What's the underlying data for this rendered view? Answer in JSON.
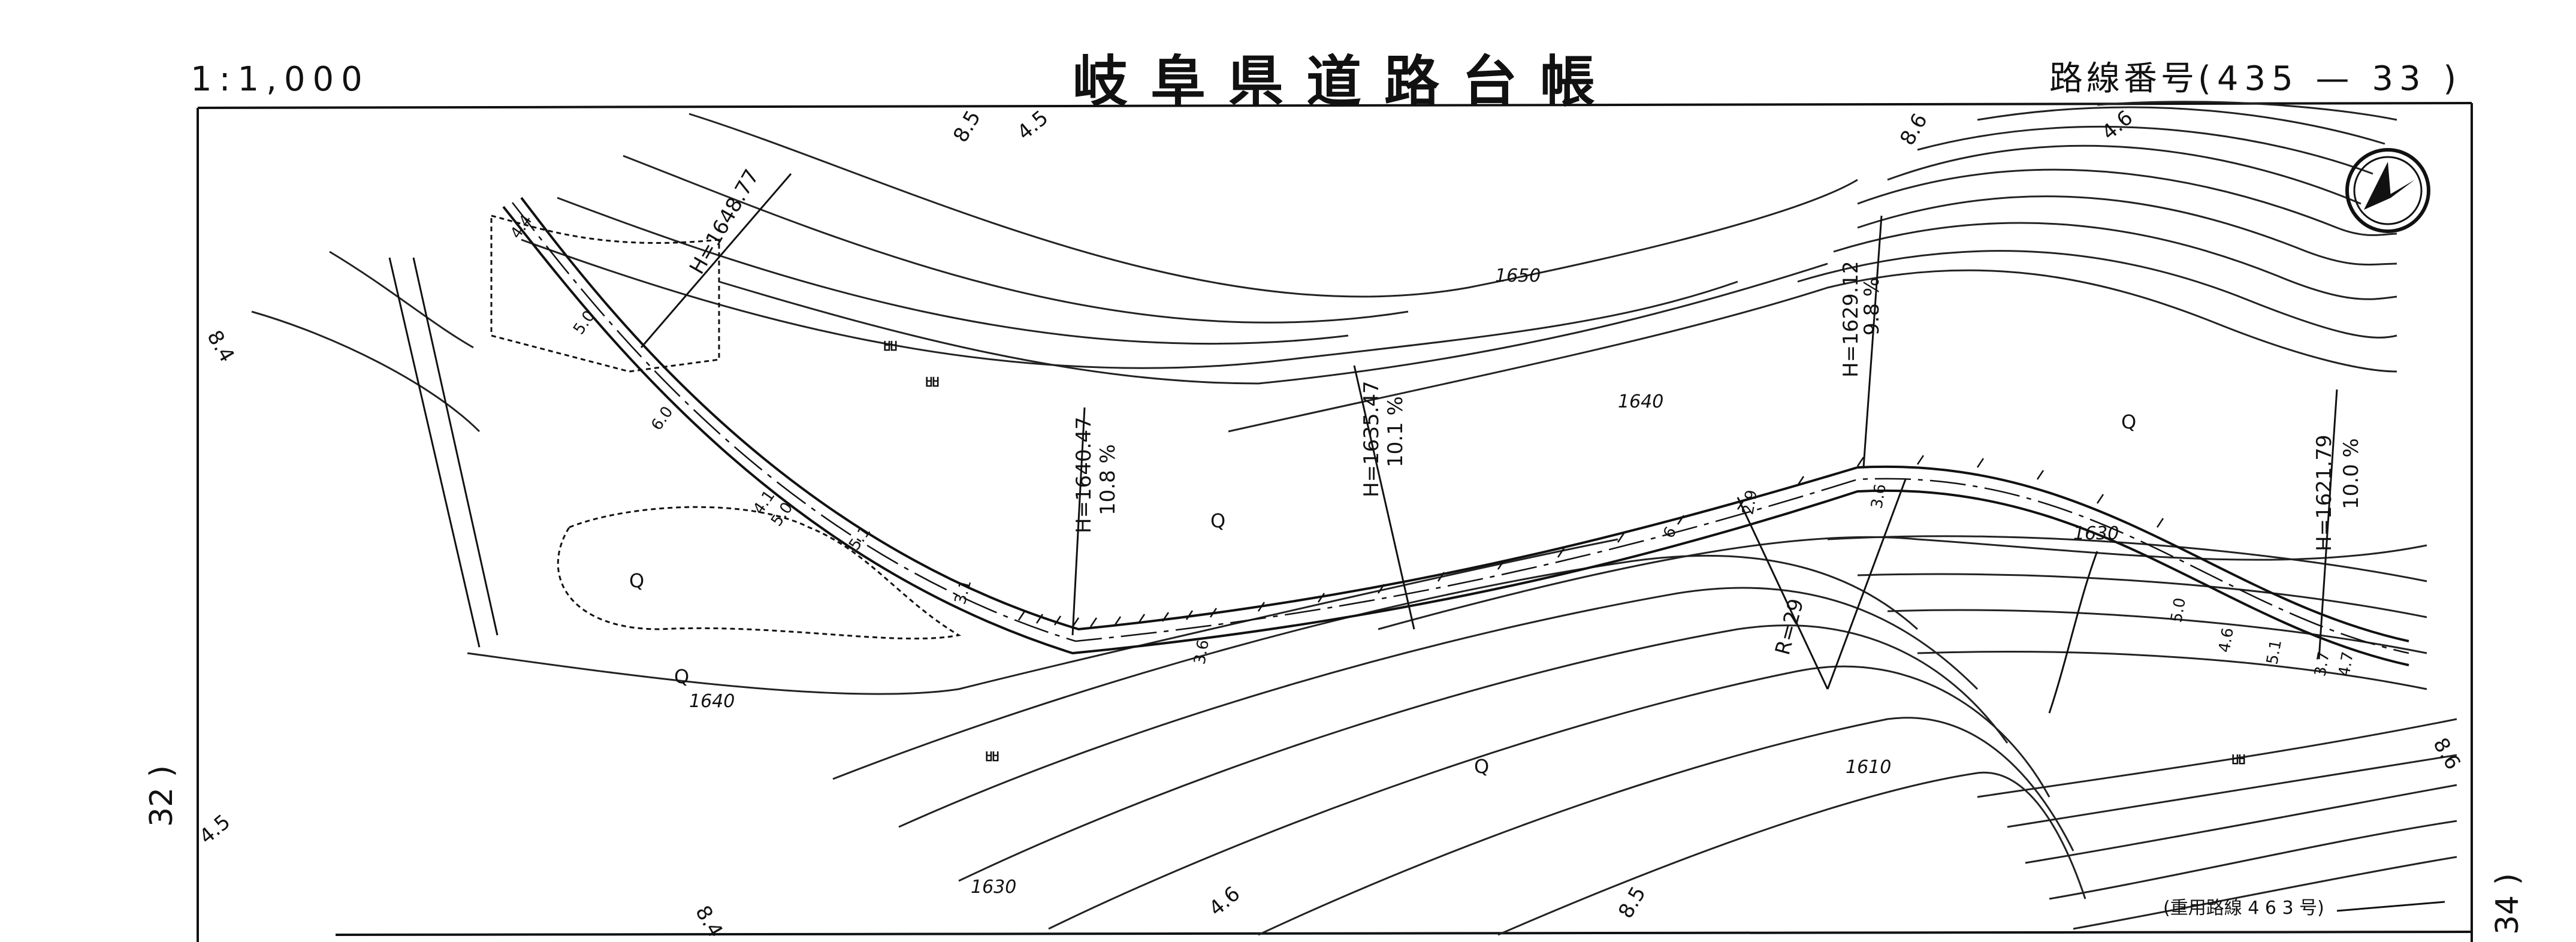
{
  "header": {
    "scale": "1:1,000",
    "title": "岐阜県道路台帳",
    "route_label": "路線番号",
    "route_number": "(435 — 33 )"
  },
  "sheet_neighbors": {
    "left": "32 )",
    "right": "34 )"
  },
  "map": {
    "north_arrow": "north-arrow-icon",
    "heights": [
      "H=1648.77",
      "H=1640.47",
      "H=1635.47",
      "H=1629.12",
      "H=1621.79"
    ],
    "gradients": [
      "10.8 %",
      "10.1 %",
      "9.8 %",
      "10.0 %"
    ],
    "contour_labels": [
      "1650",
      "1640",
      "1640",
      "1630",
      "1630",
      "1610"
    ],
    "curve_radius": "R=29",
    "road_widths": [
      "4.4",
      "5.0",
      "6.0",
      "5.0",
      "5.1",
      "3.1",
      "3.6",
      "6",
      "2.9",
      "3.6",
      "5.0",
      "4.6",
      "3.7",
      "4.7",
      "5.1",
      "4.1"
    ],
    "edge_labels": [
      "8.5",
      "4.5",
      "8.6",
      "4.6",
      "8.4",
      "4.5",
      "8.4",
      "4.6",
      "8.5",
      "8.6"
    ],
    "vegetation_marks": [
      "Q",
      "Q",
      "Q",
      "Q",
      "Q"
    ],
    "field_marks": [
      "ㅃ",
      "ㅃ",
      "ㅃ",
      "ㅃ"
    ],
    "overlap_note": "(重用路線 4 6 3 号)"
  }
}
